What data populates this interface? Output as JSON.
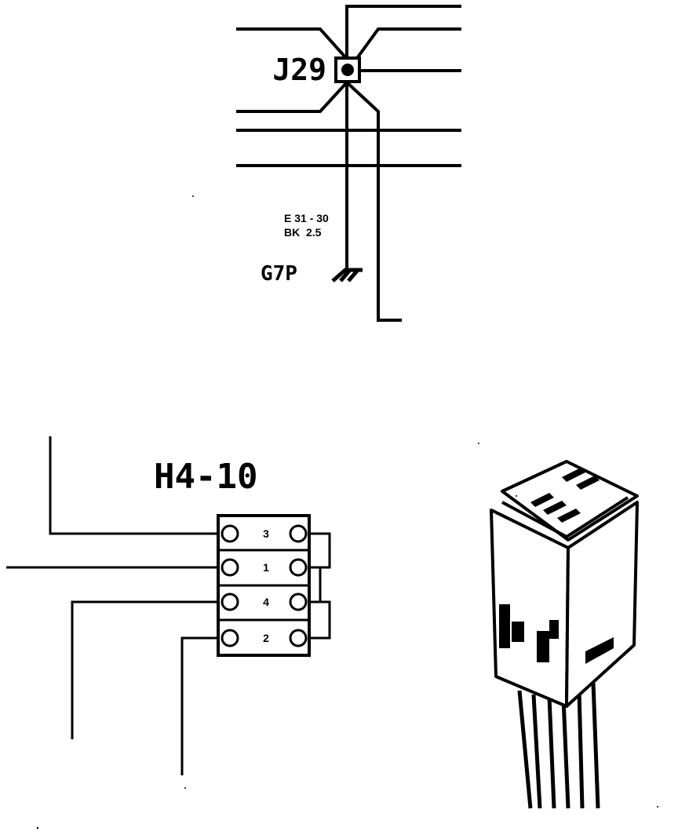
{
  "splice": {
    "label": "J29"
  },
  "wire": {
    "circuit": "E 31 - 30",
    "spec": "BK  2.5"
  },
  "ground": {
    "label": "G7P"
  },
  "connector": {
    "label": "H4-10",
    "pins": [
      "3",
      "1",
      "4",
      "2"
    ]
  }
}
